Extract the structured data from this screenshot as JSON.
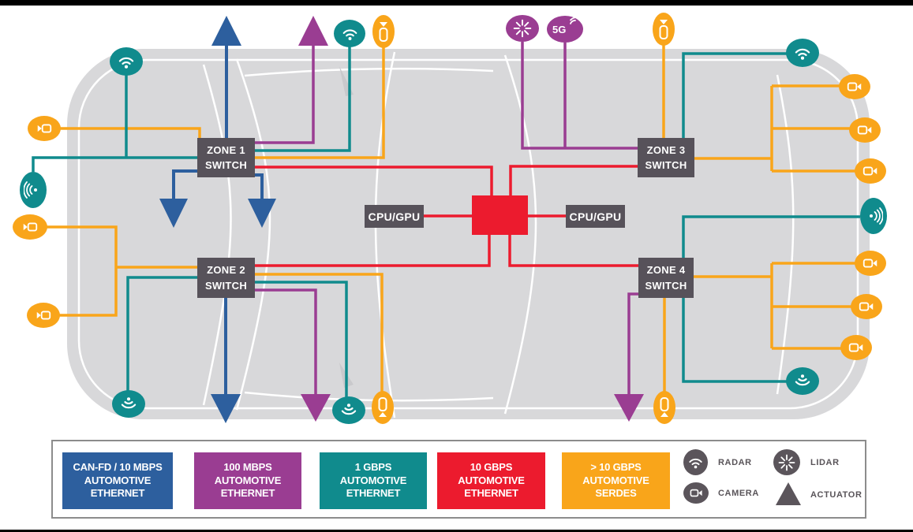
{
  "switches": [
    {
      "id": "zone-1",
      "label": "ZONE 1\nSWITCH"
    },
    {
      "id": "zone-2",
      "label": "ZONE 2\nSWITCH"
    },
    {
      "id": "zone-3",
      "label": "ZONE 3\nSWITCH"
    },
    {
      "id": "zone-4",
      "label": "ZONE 4\nSWITCH"
    }
  ],
  "compute": {
    "left_label": "CPU/GPU",
    "right_label": "CPU/GPU"
  },
  "sensors": {
    "five_g_label": "5G"
  },
  "legend": {
    "links": [
      {
        "id": "can-fd-10mbps",
        "text": "CAN-FD / 10 MBPS\nAUTOMOTIVE\nETHERNET",
        "color": "#2D5F9E"
      },
      {
        "id": "100mbps",
        "text": "100 MBPS\nAUTOMOTIVE\nETHERNET",
        "color": "#9A3D92"
      },
      {
        "id": "1gbps",
        "text": "1 GBPS\nAUTOMOTIVE\nETHERNET",
        "color": "#108B8D"
      },
      {
        "id": "10gbps",
        "text": "10 GBPS\nAUTOMOTIVE\nETHERNET",
        "color": "#EC1B2E"
      },
      {
        "id": "serdes",
        "text": "> 10 GBPS\nAUTOMOTIVE\nSERDES",
        "color": "#F9A51A"
      }
    ],
    "devices": [
      {
        "label": "RADAR"
      },
      {
        "label": "CAMERA"
      },
      {
        "label": "LIDAR"
      },
      {
        "label": "ACTUATOR"
      }
    ]
  },
  "colors": {
    "blue": "#2D5F9E",
    "purple": "#9A3D92",
    "teal": "#108B8D",
    "red": "#EC1B2E",
    "orange": "#F9A51A",
    "switch_gray": "#57525A",
    "legend_icon_gray": "#5B555B",
    "car_body_gray": "#D8D8DA"
  }
}
